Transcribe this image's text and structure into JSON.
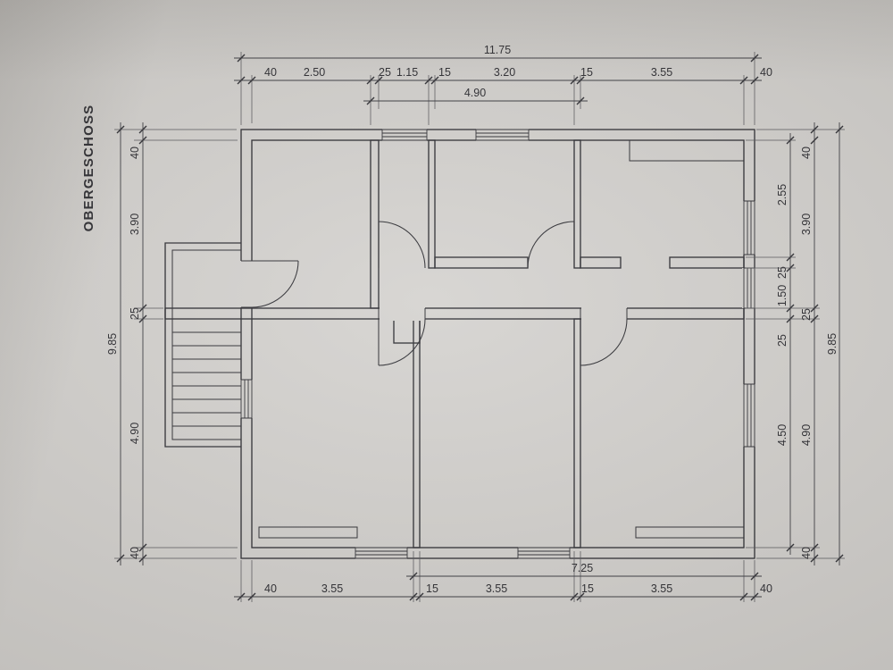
{
  "title": "OBERGESCHOSS",
  "colors": {
    "paper": "#d5d3d0",
    "ink": "#2f2f34",
    "dim_text": "#2b2b30"
  },
  "dims": {
    "top_total": "11.75",
    "top_chain": [
      "40",
      "2.50",
      "25",
      "1.15",
      "15",
      "3.20",
      "15",
      "3.55",
      "40"
    ],
    "top_sub": "4.90",
    "left_total": "9.85",
    "left_chain": [
      "40",
      "3.90",
      "25",
      "4.90",
      "40"
    ],
    "right_total": "9.85",
    "right_mid_chain": [
      "40",
      "3.90",
      "25",
      "4.90",
      "40"
    ],
    "right_inner_chain": [
      "2.55",
      "25",
      "1.50",
      "25",
      "4.50"
    ],
    "bottom_sub": "7.25",
    "bottom_chain": [
      "40",
      "3.55",
      "15",
      "3.55",
      "15",
      "3.55",
      "40"
    ]
  }
}
